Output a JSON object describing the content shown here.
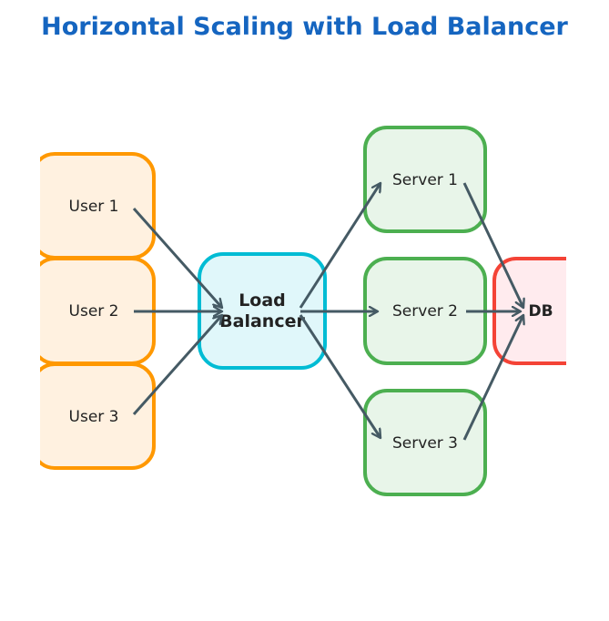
{
  "title": "Horizontal Scaling with Load Balancer",
  "colors": {
    "title": "#1565c0",
    "arrow": "#455a64",
    "user_fill": "#fff1e0",
    "user_stroke": "#ff9800",
    "lb_fill": "#e0f7fa",
    "lb_stroke": "#00bcd4",
    "server_fill": "#e8f5e9",
    "server_stroke": "#4caf50",
    "db_fill": "#ffebee",
    "db_stroke": "#f44336"
  },
  "nodes": {
    "user1": "User 1",
    "user2": "User 2",
    "user3": "User 3",
    "lb_line1": "Load",
    "lb_line2": "Balancer",
    "server1": "Server 1",
    "server2": "Server 2",
    "server3": "Server 3",
    "db": "DB"
  }
}
